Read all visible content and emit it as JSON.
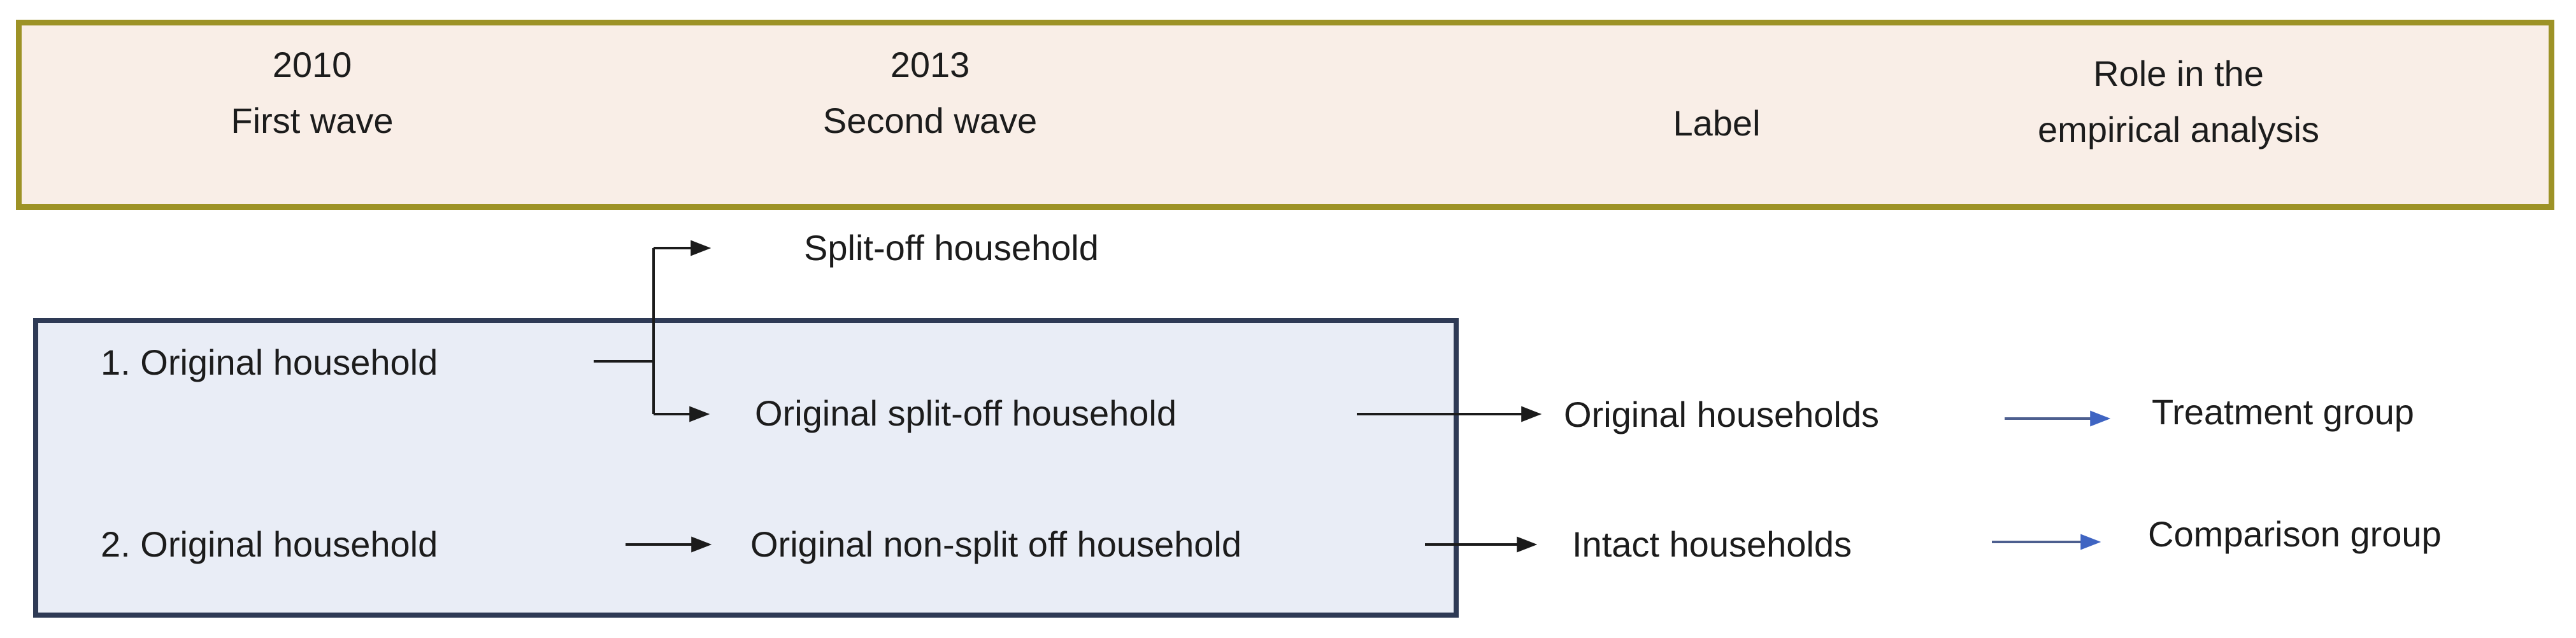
{
  "figure": {
    "description": "Household panel split-off flow diagram"
  },
  "header": {
    "columns": [
      {
        "lines": [
          "2010",
          "First wave"
        ]
      },
      {
        "lines": [
          "2013",
          "Second wave"
        ]
      },
      {
        "lines": [
          "Label"
        ]
      },
      {
        "lines": [
          "Role in the",
          "empirical analysis"
        ]
      }
    ]
  },
  "flow": {
    "first_wave": {
      "item1": "1. Original household",
      "item2": "2. Original household"
    },
    "second_wave": {
      "split_off": "Split-off household",
      "original_split_off": "Original split-off household",
      "original_non_split_off": "Original non-split off household"
    },
    "label": {
      "original": "Original households",
      "intact": "Intact households"
    },
    "role": {
      "treatment": "Treatment group",
      "comparison": "Comparison group"
    }
  },
  "colors": {
    "header_fill": "#f9eee7",
    "header_border": "#9d9226",
    "box_fill": "#e9edf6",
    "box_border": "#2e3a55",
    "black_arrow": "#1b1b1b",
    "blue_arrow_shaft": "#4d5f8f",
    "blue_arrow_head": "#3f64c2",
    "text": "#1c1c1c",
    "canvas_bg": "#ffffff"
  }
}
